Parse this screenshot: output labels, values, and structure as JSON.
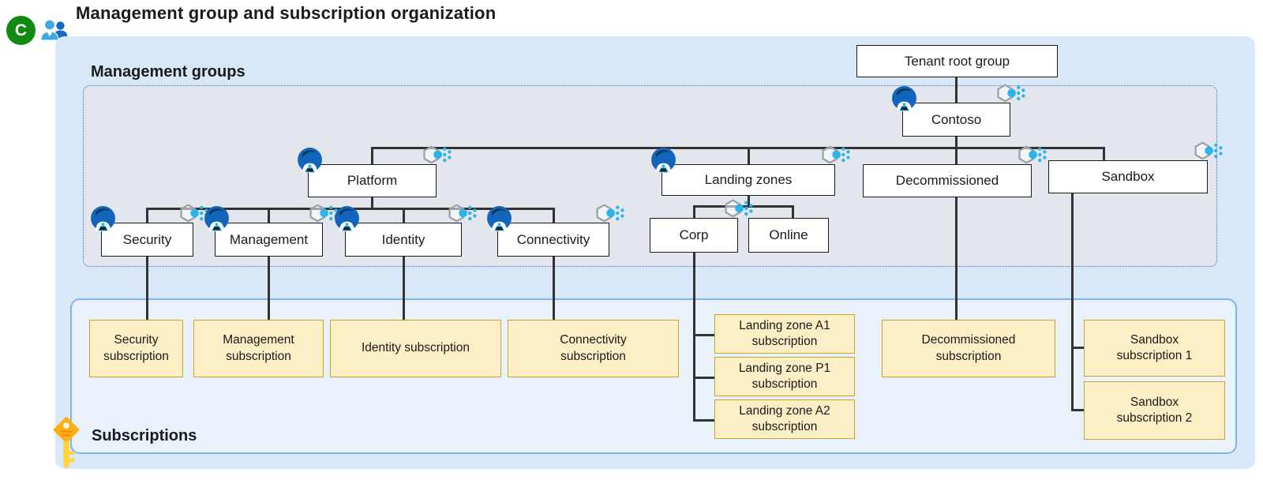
{
  "header": {
    "badge_letter": "C",
    "title": "Management group and subscription organization"
  },
  "sections": {
    "management_groups_label": "Management groups",
    "subscriptions_label": "Subscriptions"
  },
  "management_group_nodes": {
    "tenant_root": {
      "label": "Tenant root group"
    },
    "contoso": {
      "label": "Contoso"
    },
    "platform": {
      "label": "Platform"
    },
    "landing_zones": {
      "label": "Landing zones"
    },
    "decommissioned": {
      "label": "Decommissioned"
    },
    "sandbox": {
      "label": "Sandbox"
    },
    "security": {
      "label": "Security"
    },
    "management": {
      "label": "Management"
    },
    "identity": {
      "label": "Identity"
    },
    "connectivity": {
      "label": "Connectivity"
    },
    "corp": {
      "label": "Corp"
    },
    "online": {
      "label": "Online"
    }
  },
  "subscription_nodes": {
    "security_sub": {
      "label": "Security subscription"
    },
    "management_sub": {
      "label": "Management subscription"
    },
    "identity_sub": {
      "label": "Identity subscription"
    },
    "connectivity_sub": {
      "label": "Connectivity subscription"
    },
    "landing_zone_a1_sub": {
      "label": "Landing zone A1 subscription"
    },
    "landing_zone_p1_sub": {
      "label": "Landing zone P1 subscription"
    },
    "landing_zone_a2_sub": {
      "label": "Landing zone A2 subscription"
    },
    "decommissioned_sub": {
      "label": "Decommissioned subscription"
    },
    "sandbox_sub_1": {
      "label": "Sandbox subscription 1"
    },
    "sandbox_sub_2": {
      "label": "Sandbox subscription 2"
    }
  },
  "icons": {
    "badge": "c-badge",
    "header_people": "people-icon",
    "management_group": "management-group-icon",
    "policy": "policy-hexagon-icon",
    "subscriptions_key": "key-icon"
  },
  "colors": {
    "outer_bg": "#D9E8F8",
    "mg_box_bg": "#E3E6EC",
    "mg_box_border": "#2E75D4",
    "subs_box_bg": "#E9F1FB",
    "subs_box_border": "#85B3E8",
    "node_bg": "#FFFFFF",
    "node_border": "#1A1A1A",
    "sub_bg": "#FCEFC6",
    "sub_border": "#C9A227",
    "line": "#333333",
    "badge_green": "#118A11"
  }
}
